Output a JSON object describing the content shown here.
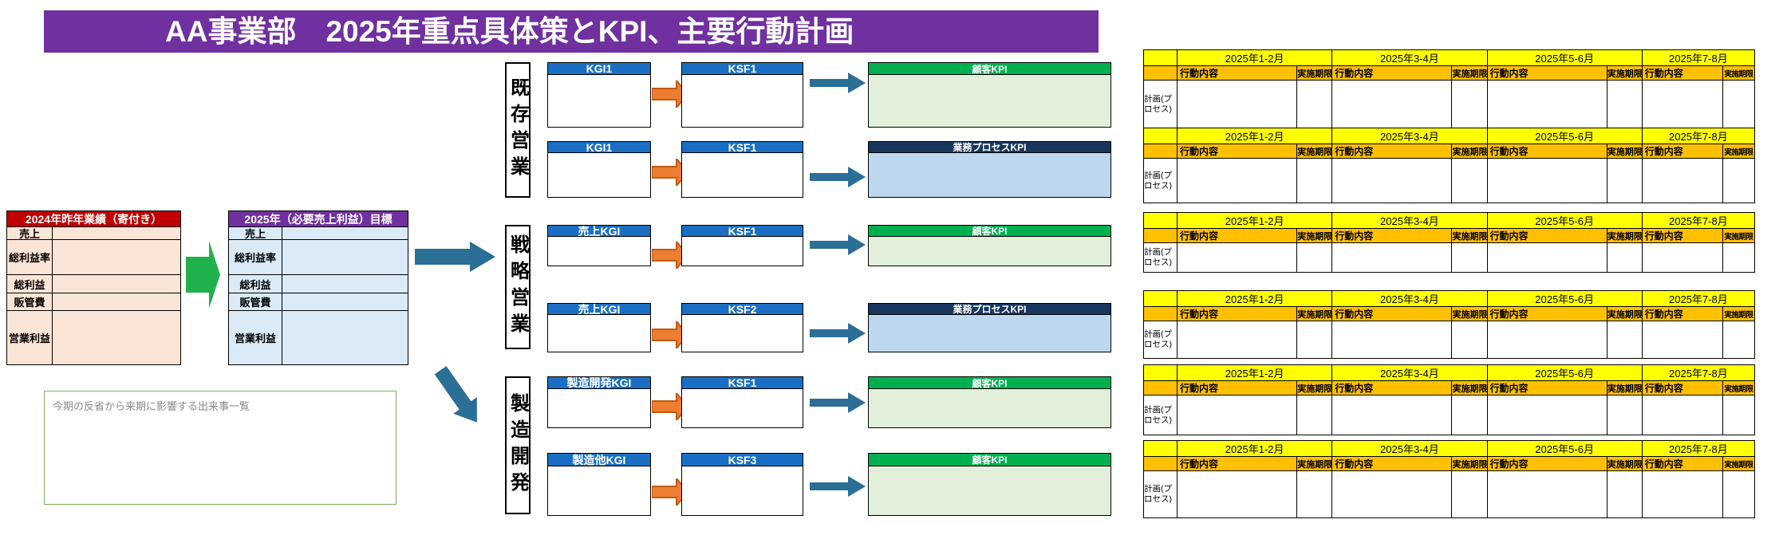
{
  "title": "AA事業部　2025年重点具体策とKPI、主要行動計画",
  "left_tables": {
    "previous_year": {
      "header": "2024年昨年業績（寄付き）",
      "rows": [
        "売上",
        "総利益率",
        "総利益",
        "販管費",
        "営業利益"
      ]
    },
    "target_year": {
      "header": "2025年（必要売上利益）目標",
      "rows": [
        "売上",
        "総利益率",
        "総利益",
        "販管費",
        "営業利益"
      ]
    }
  },
  "notes_box": {
    "text": "今期の反省から来期に影響する出来事一覧"
  },
  "sections": [
    {
      "label": "既存営業",
      "rows": [
        {
          "kgi": "KGI1",
          "ksf": "KSF1",
          "kpi": "顧客KPI",
          "kpi_type": "customer"
        },
        {
          "kgi": "KGI1",
          "ksf": "KSF1",
          "kpi": "業務プロセスKPI",
          "kpi_type": "process"
        }
      ]
    },
    {
      "label": "戦略営業",
      "rows": [
        {
          "kgi": "売上KGI",
          "ksf": "KSF1",
          "kpi": "顧客KPI",
          "kpi_type": "customer"
        },
        {
          "kgi": "売上KGI",
          "ksf": "KSF2",
          "kpi": "業務プロセスKPI",
          "kpi_type": "process"
        }
      ]
    },
    {
      "label": "製造開発",
      "rows": [
        {
          "kgi": "製造開発KGI",
          "ksf": "KSF1",
          "kpi": "顧客KPI",
          "kpi_type": "customer"
        },
        {
          "kgi": "製造他KGI",
          "ksf": "KSF3",
          "kpi": "顧客KPI",
          "kpi_type": "customer"
        }
      ]
    }
  ],
  "action_plan": {
    "periods": [
      "2025年1-2月",
      "2025年3-4月",
      "2025年5-6月",
      "2025年7-8月"
    ],
    "col_action": "行動内容",
    "col_deadline": "実施期限",
    "row_label": "計画(プロセス)"
  },
  "colors": {
    "title_bg": "#7030A0",
    "prev_header": "#C00000",
    "prev_body": "#FBE5D6",
    "target_header": "#7030A0",
    "target_body": "#DAEAF6",
    "kgi_ksf_header": "#1A6FC4",
    "customer_header": "#00B050",
    "customer_body": "#E2EFDA",
    "process_header": "#17375E",
    "process_body": "#BDD7EE",
    "period_yellow": "#FFFF00",
    "subhead_orange": "#FFC000",
    "arrow_orange": "#ED7D31",
    "arrow_orange_border": "#C55A11",
    "arrow_teal": "#2B6E96",
    "arrow_green": "#21B14C",
    "notes_border": "#7CAE5C"
  }
}
